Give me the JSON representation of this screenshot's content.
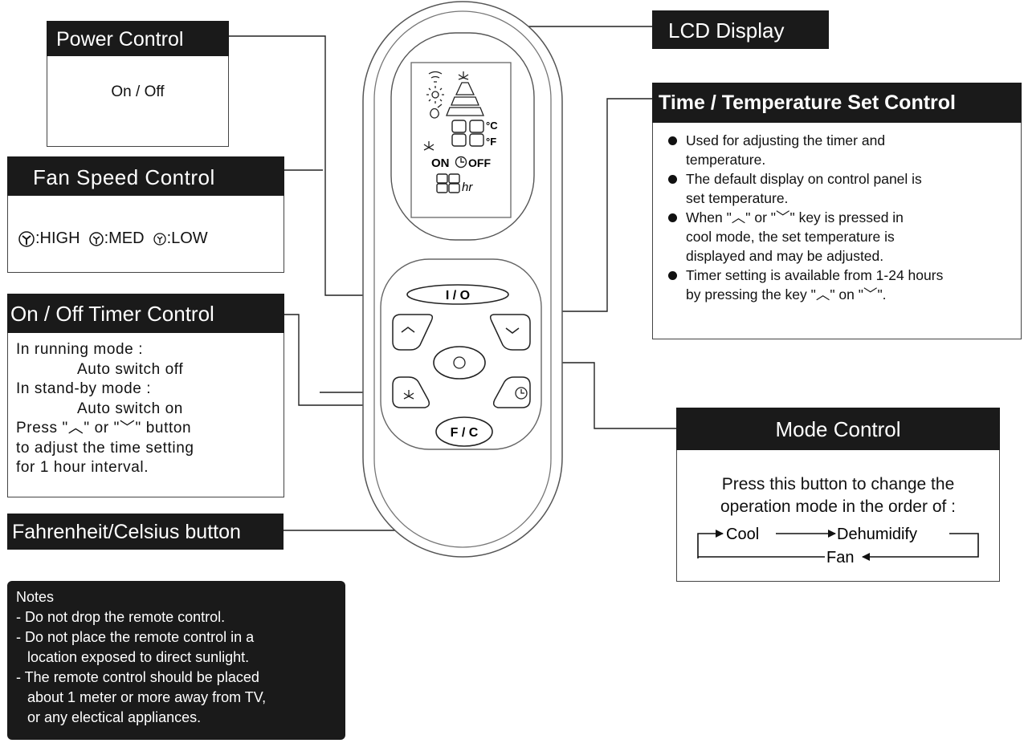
{
  "power_control": {
    "title": "Power Control",
    "text": "On / Off"
  },
  "fan_speed_control": {
    "title": "Fan Speed Control",
    "high": ":HIGH",
    "med": ":MED",
    "low": ":LOW"
  },
  "timer_control": {
    "title": "On / Off Timer Control",
    "lines": [
      "In running mode :",
      "Auto switch off",
      "In stand-by mode :",
      "Auto switch on",
      "Press \"︿\" or \"﹀\" button",
      "to adjust the time setting",
      "for 1 hour interval."
    ]
  },
  "fahrenheit_celsius": {
    "title": "Fahrenheit/Celsius button"
  },
  "notes": {
    "title": "Notes",
    "lines": [
      "- Do not drop the remote control.",
      "- Do not place the remote control in a",
      "location exposed to direct sunlight.",
      "- The remote control should be placed",
      "about 1 meter or more away from TV,",
      "or any electical appliances."
    ]
  },
  "lcd_display": {
    "title": "LCD Display"
  },
  "time_temp_control": {
    "title": "Time / Temperature Set Control",
    "bullets": [
      {
        "l1": "Used for adjusting the timer and",
        "l2": "temperature."
      },
      {
        "l1": "The default display on control panel is",
        "l2": "set temperature."
      },
      {
        "l1": "When \"︿\" or \"﹀\" key is pressed in",
        "l2": "cool mode, the set temperature is",
        "l3": "displayed and may be adjusted."
      },
      {
        "l1": "Timer setting is available from 1-24 hours",
        "l2": "by pressing the key \"︿\" on \"﹀\"."
      }
    ]
  },
  "mode_control": {
    "title": "Mode Control",
    "line1": "Press this button to change the",
    "line2": "operation mode in the order of :",
    "cycle": [
      "Cool",
      "Dehumidify",
      "Fan"
    ]
  },
  "remote": {
    "lcd_digits": "88",
    "deg_c": "°C",
    "deg_f": "°F",
    "on_label": "ON",
    "off_label": "OFF",
    "timer_digits": "88",
    "timer_unit": "hr",
    "power_button": "I / O",
    "fc_button": "F / C"
  }
}
